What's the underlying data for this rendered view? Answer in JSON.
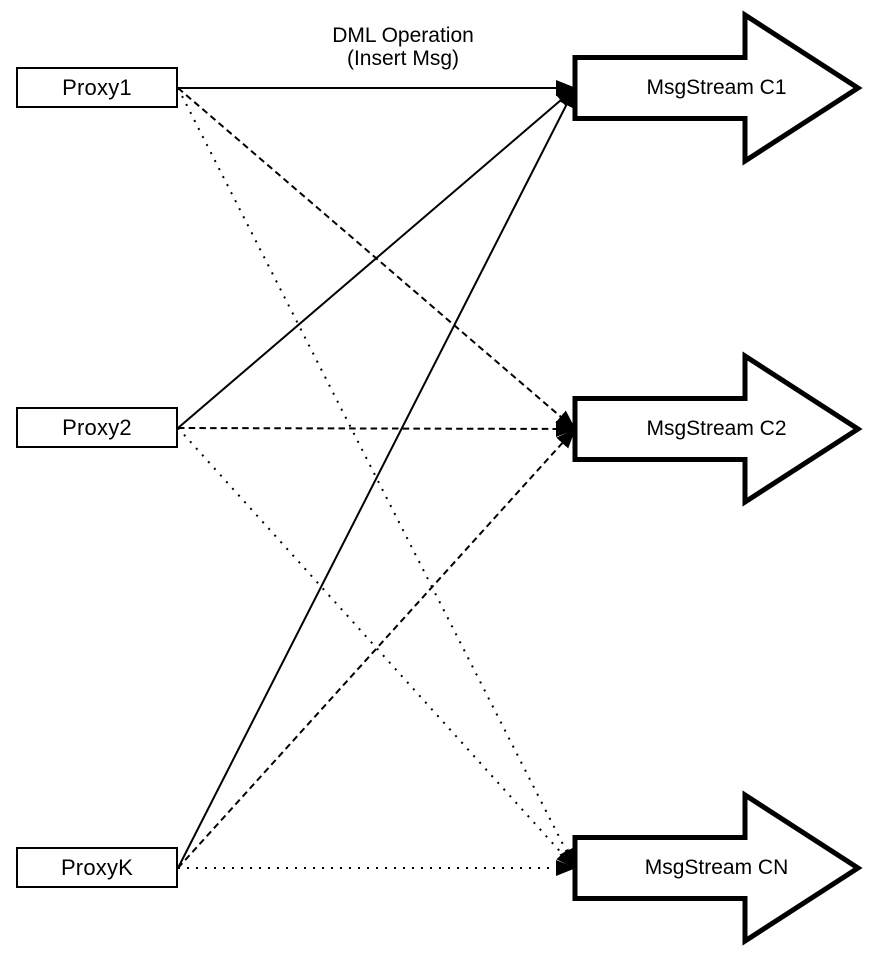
{
  "title": {
    "line1": "DML Operation",
    "line2": "(Insert Msg)"
  },
  "diagram": {
    "proxies": [
      {
        "id": "p1",
        "label": "Proxy1"
      },
      {
        "id": "p2",
        "label": "Proxy2"
      },
      {
        "id": "pk",
        "label": "ProxyK"
      }
    ],
    "streams": [
      {
        "id": "c1",
        "label": "MsgStream C1"
      },
      {
        "id": "c2",
        "label": "MsgStream C2"
      },
      {
        "id": "cn",
        "label": "MsgStream CN"
      }
    ],
    "edges": [
      {
        "from": "p1",
        "to": "c1",
        "style": "solid"
      },
      {
        "from": "p2",
        "to": "c1",
        "style": "solid"
      },
      {
        "from": "pk",
        "to": "c1",
        "style": "solid"
      },
      {
        "from": "p1",
        "to": "c2",
        "style": "dashed"
      },
      {
        "from": "p2",
        "to": "c2",
        "style": "dashed"
      },
      {
        "from": "pk",
        "to": "c2",
        "style": "dashed"
      },
      {
        "from": "p1",
        "to": "cn",
        "style": "dotted"
      },
      {
        "from": "p2",
        "to": "cn",
        "style": "dotted"
      },
      {
        "from": "pk",
        "to": "cn",
        "style": "dotted"
      }
    ]
  },
  "colors": {
    "stroke": "#000000",
    "fill": "#ffffff"
  }
}
